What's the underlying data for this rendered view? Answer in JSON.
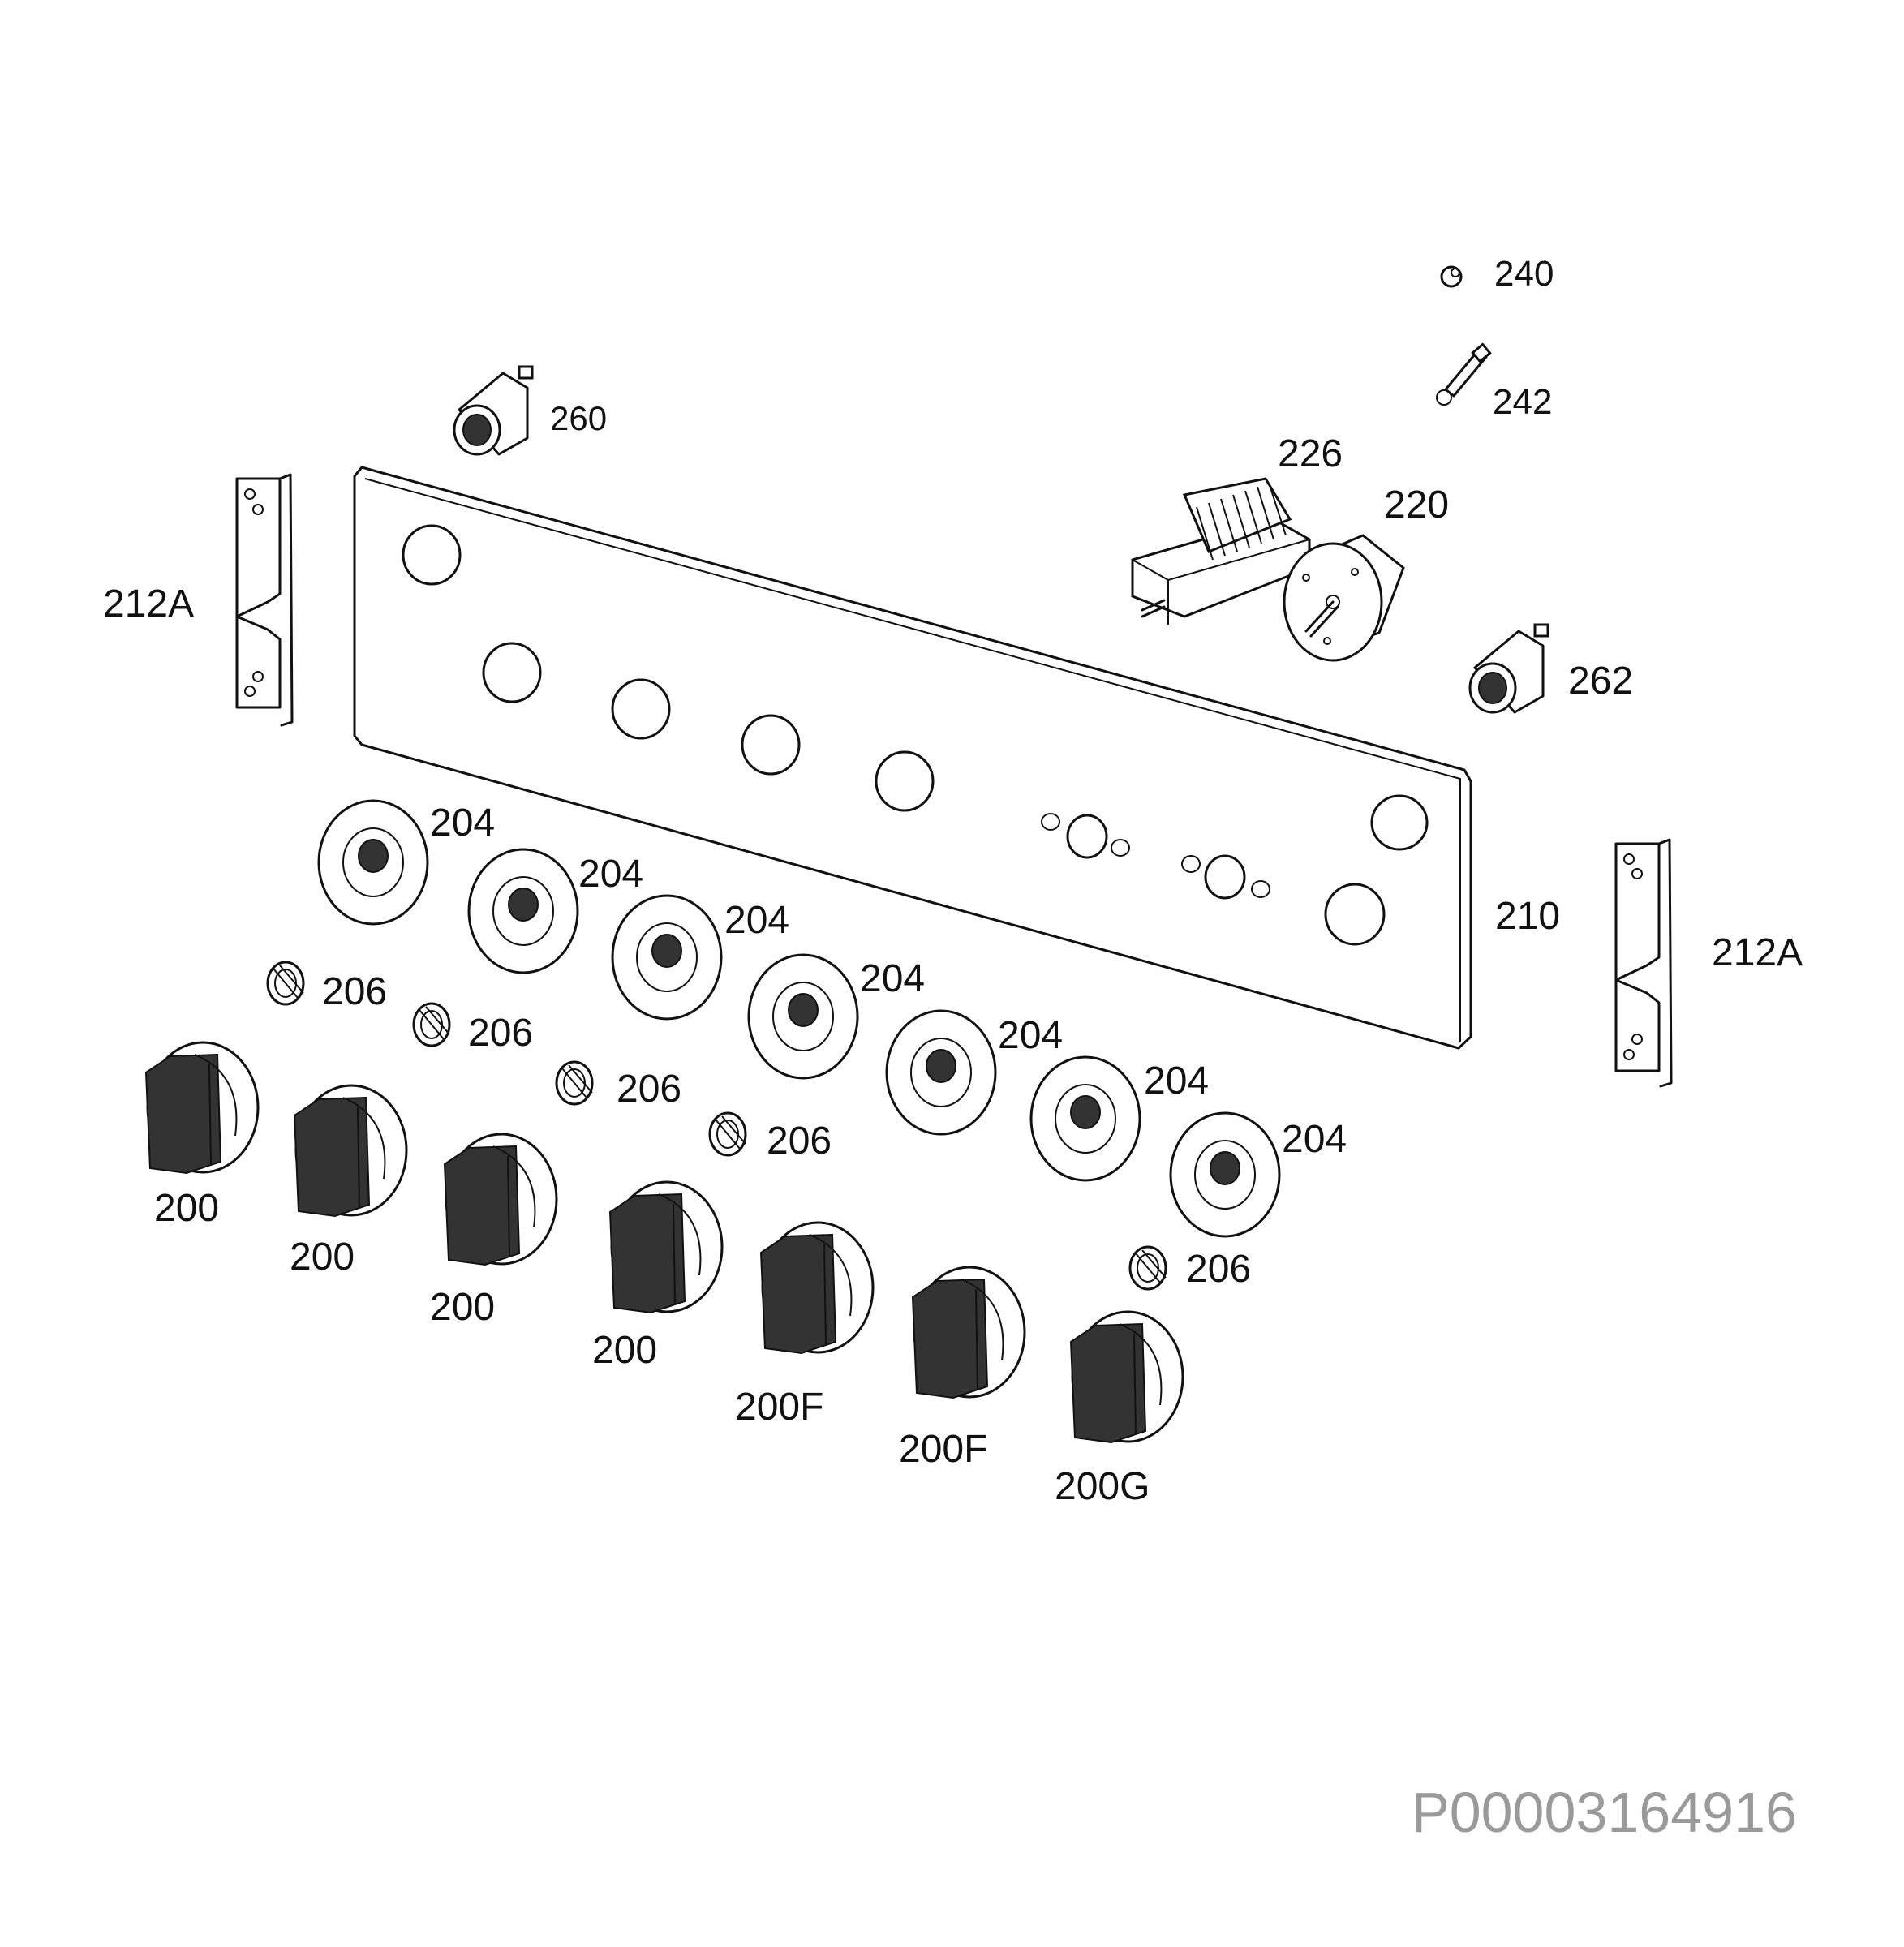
{
  "diagram": {
    "document_code": "P00003164916",
    "labels": {
      "knob": "200",
      "knob_f": "200F",
      "knob_g": "200G",
      "bezel": "204",
      "spring": "206",
      "panel": "210",
      "bracket": "212A",
      "thermostat": "220",
      "selector_switch": "226",
      "lamp_cap": "240",
      "lamp_holder": "242",
      "indicator_lamp_left": "260",
      "indicator_lamp_right": "262"
    }
  }
}
